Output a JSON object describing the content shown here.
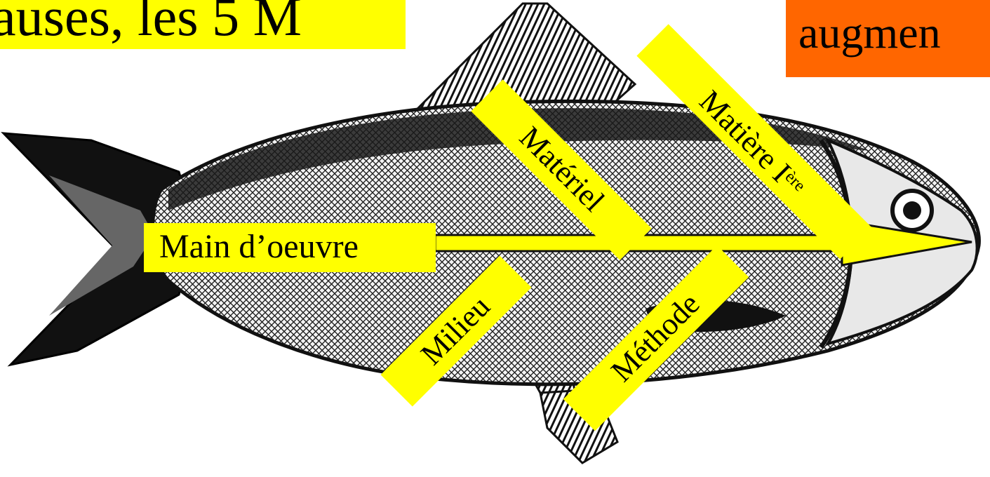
{
  "title": "auses, les 5 M",
  "badge": "augmen",
  "causes": {
    "main_oeuvre": "Main d’oeuvre",
    "materiel": "Matériel",
    "matiere": "Matière I",
    "matiere_sup": "ère",
    "milieu": "Milieu",
    "methode": "Méthode"
  },
  "colors": {
    "label_bg": "#ffff00",
    "badge_bg": "#ff6600",
    "arrow": "#ffff00",
    "fish": "#111111"
  }
}
